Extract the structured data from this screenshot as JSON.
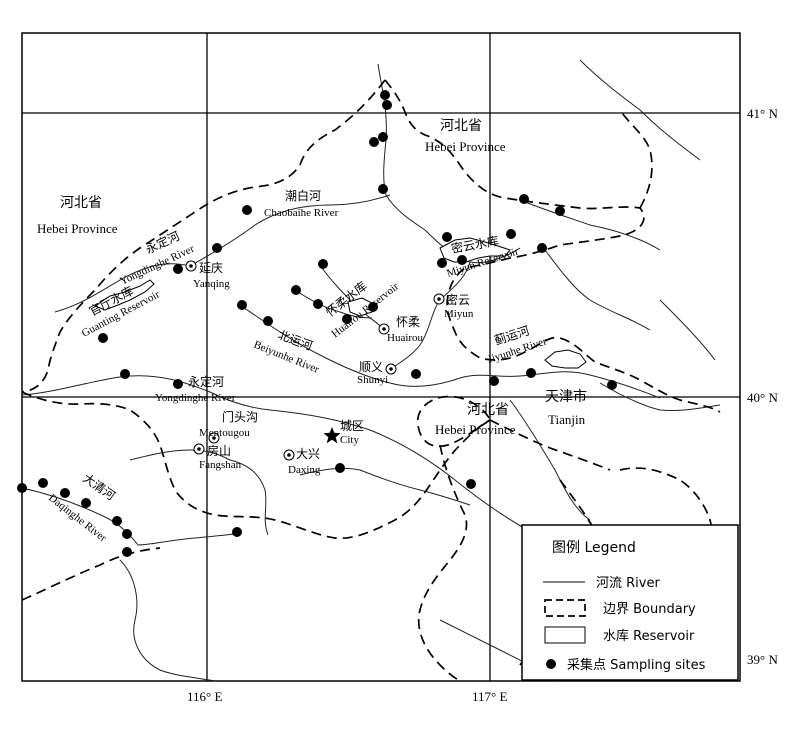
{
  "lat_labels": [
    "41° N",
    "40° N",
    "39° N"
  ],
  "lon_labels": [
    "116° E",
    "117° E"
  ],
  "regions": [
    {
      "cn": "河北省",
      "en": "Hebei Province"
    },
    {
      "cn": "河北省",
      "en": "Hebei Province"
    },
    {
      "cn": "河北省",
      "en": "Hebei Province"
    },
    {
      "cn": "天津市",
      "en": "Tianjin"
    }
  ],
  "rivers": [
    {
      "cn": "永定河",
      "en": "Yongdinghe River"
    },
    {
      "cn": "潮白河",
      "en": "Chaobaihe River"
    },
    {
      "cn": "北运河",
      "en": "Beiyunhe River"
    },
    {
      "cn": "蓟运河",
      "en": "Jiyunhe River"
    },
    {
      "cn": "永定河",
      "en": "Yongdinghe River"
    },
    {
      "cn": "大清河",
      "en": "Daqinghe River"
    }
  ],
  "reservoirs": [
    {
      "cn": "官厅水库",
      "en": "Guanting Reservoir"
    },
    {
      "cn": "怀柔水库",
      "en": "Huairou Reservoir"
    },
    {
      "cn": "密云水库",
      "en": "Miyun Reservoir"
    }
  ],
  "towns": [
    {
      "cn": "延庆",
      "en": "Yanqing"
    },
    {
      "cn": "怀柔",
      "en": "Huairou"
    },
    {
      "cn": "密云",
      "en": "Miyun"
    },
    {
      "cn": "顺义",
      "en": "Shunyi"
    },
    {
      "cn": "门头沟",
      "en": "Mentougou"
    },
    {
      "cn": "房山",
      "en": "Fangshan"
    },
    {
      "cn": "大兴",
      "en": "Daxing"
    }
  ],
  "capital": {
    "cn": "城区",
    "en": "City"
  },
  "legend": {
    "title": "图例 Legend",
    "river": "河流 River",
    "boundary": "边界 Boundary",
    "reservoir": "水库 Reservoir",
    "sites": "采集点 Sampling sites"
  }
}
